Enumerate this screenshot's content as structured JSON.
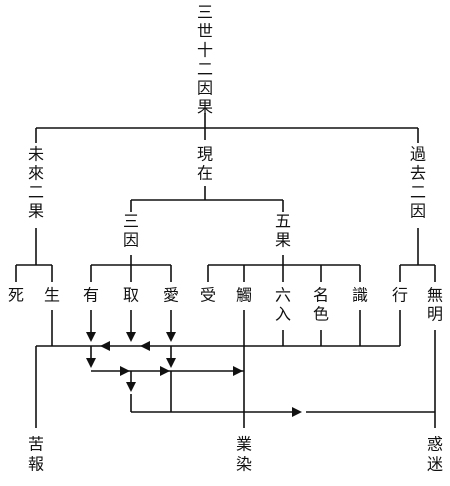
{
  "diagram": {
    "title": "三世十二因果",
    "branches": {
      "future": "未來二果",
      "present": "現在",
      "past": "過去二因"
    },
    "present_groups": {
      "causes": "三因",
      "effects": "五果"
    },
    "links": {
      "death": "死",
      "birth": "生",
      "becoming": "有",
      "grasping": "取",
      "craving": "愛",
      "feeling": "受",
      "contact": "觸",
      "six_entrances": "六入",
      "name_form": "名色",
      "consciousness": "識",
      "formations": "行",
      "ignorance": "無明"
    },
    "outcomes": {
      "suffering": "苦報",
      "karma": "業染",
      "delusion": "惑迷"
    }
  }
}
